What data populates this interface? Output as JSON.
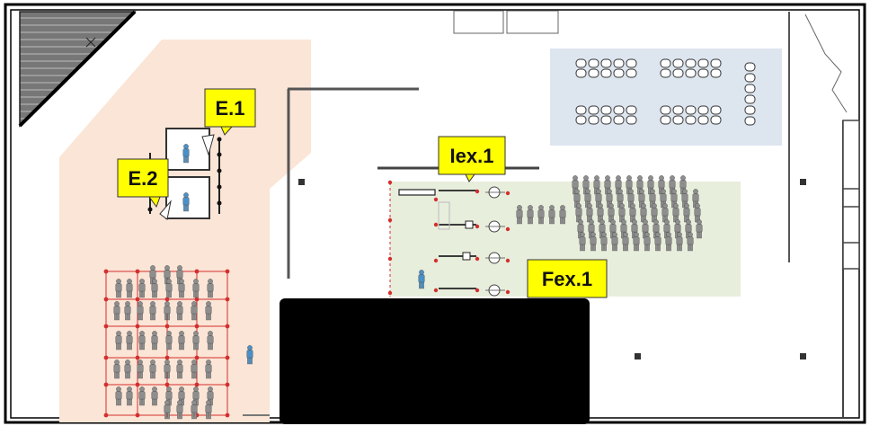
{
  "labels": {
    "e1": "E.1",
    "e2": "E.2",
    "iex1": "Iex.1",
    "fex1": "Fex.1"
  },
  "colors": {
    "zone_salmon": "#fbe5d6",
    "zone_blue": "#dde5ef",
    "zone_green": "#e8eedc",
    "label_bg": "#ffff00",
    "person_grey": "#8e8e8e",
    "person_blue": "#4a90c8",
    "barrier_red": "#d32f2f",
    "redacted": "#000000"
  },
  "icons": {
    "person": "person-figure-icon",
    "officer": "officer-figure-icon",
    "chair": "chair-icon",
    "barrier_post": "barrier-post-icon",
    "turnstile": "turnstile-icon",
    "column": "column-icon",
    "stairs": "stairs-icon"
  }
}
